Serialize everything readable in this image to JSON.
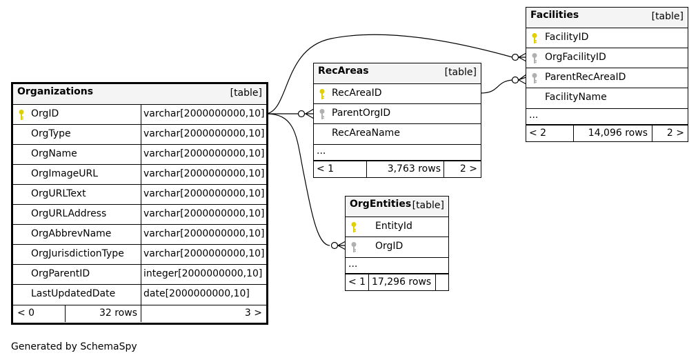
{
  "generated_by": "Generated by SchemaSpy",
  "key_colors": {
    "primary": "#e0d000",
    "foreign": "#b0b0b0"
  },
  "tables": {
    "organizations": {
      "name": "Organizations",
      "kind": "[table]",
      "columns": [
        {
          "name": "OrgID",
          "type": "varchar[2000000000,10]",
          "key": "primary"
        },
        {
          "name": "OrgType",
          "type": "varchar[2000000000,10]"
        },
        {
          "name": "OrgName",
          "type": "varchar[2000000000,10]"
        },
        {
          "name": "OrgImageURL",
          "type": "varchar[2000000000,10]"
        },
        {
          "name": "OrgURLText",
          "type": "varchar[2000000000,10]"
        },
        {
          "name": "OrgURLAddress",
          "type": "varchar[2000000000,10]"
        },
        {
          "name": "OrgAbbrevName",
          "type": "varchar[2000000000,10]"
        },
        {
          "name": "OrgJurisdictionType",
          "type": "varchar[2000000000,10]"
        },
        {
          "name": "OrgParentID",
          "type": "integer[2000000000,10]"
        },
        {
          "name": "LastUpdatedDate",
          "type": "date[2000000000,10]"
        }
      ],
      "footer": {
        "parents": "< 0",
        "rows": "32 rows",
        "children": "3 >"
      }
    },
    "recareas": {
      "name": "RecAreas",
      "kind": "[table]",
      "columns": [
        {
          "name": "RecAreaID",
          "key": "primary"
        },
        {
          "name": "ParentOrgID",
          "key": "foreign"
        },
        {
          "name": "RecAreaName"
        }
      ],
      "ellipsis": "...",
      "footer": {
        "parents": "< 1",
        "rows": "3,763 rows",
        "children": "2 >"
      }
    },
    "facilities": {
      "name": "Facilities",
      "kind": "[table]",
      "columns": [
        {
          "name": "FacilityID",
          "key": "primary"
        },
        {
          "name": "OrgFacilityID",
          "key": "foreign"
        },
        {
          "name": "ParentRecAreaID",
          "key": "foreign"
        },
        {
          "name": "FacilityName"
        }
      ],
      "ellipsis": "...",
      "footer": {
        "parents": "< 2",
        "rows": "14,096 rows",
        "children": "2 >"
      }
    },
    "orgentities": {
      "name": "OrgEntities",
      "kind": "[table]",
      "columns": [
        {
          "name": "EntityId",
          "key": "primary"
        },
        {
          "name": "OrgID",
          "key": "foreign"
        }
      ],
      "ellipsis": "...",
      "footer": {
        "parents": "< 1",
        "rows": "17,296 rows",
        "children": ""
      }
    }
  }
}
